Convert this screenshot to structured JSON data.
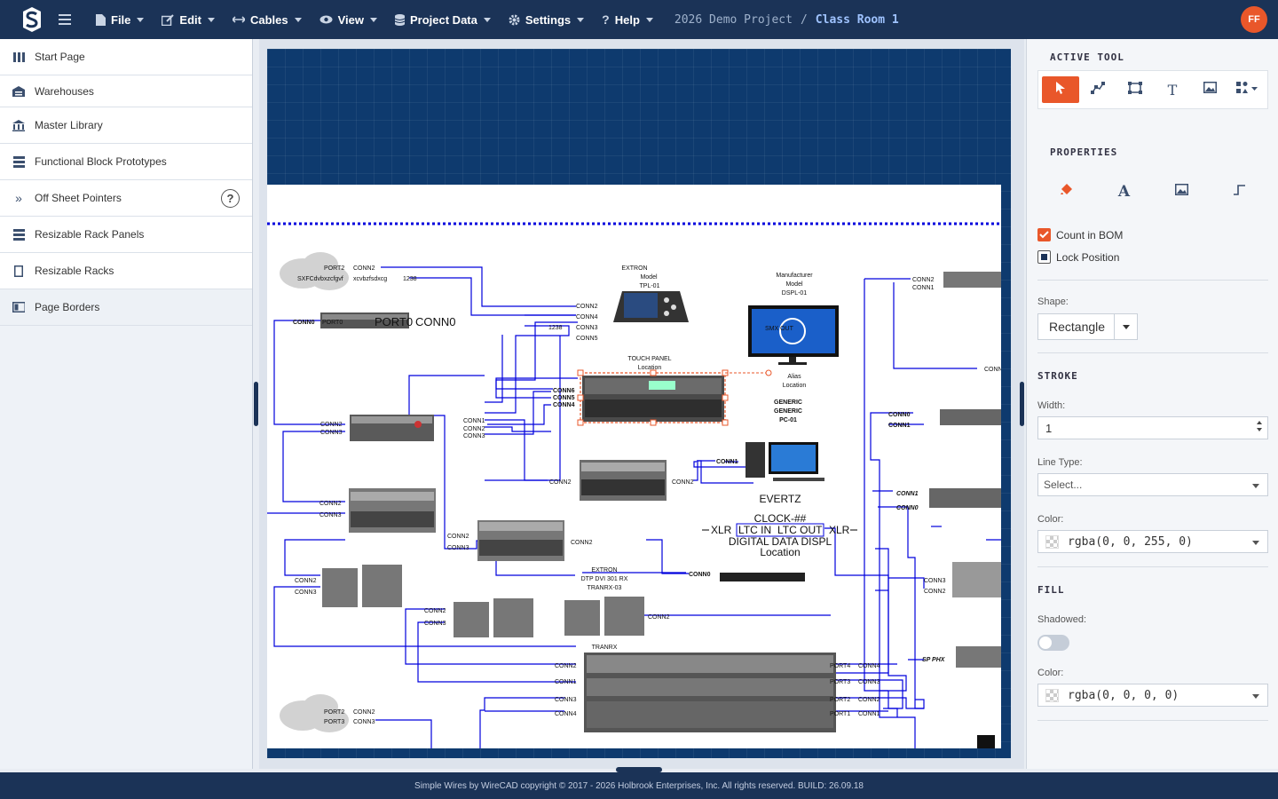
{
  "colors": {
    "brand": "#1b3357",
    "accent": "#e9572a",
    "wire": "#0000dd",
    "canvas": "#0e3a6e"
  },
  "topbar": {
    "menus": [
      {
        "label": "File",
        "icon": "file-icon"
      },
      {
        "label": "Edit",
        "icon": "edit-icon"
      },
      {
        "label": "Cables",
        "icon": "cables-icon"
      },
      {
        "label": "View",
        "icon": "eye-icon"
      },
      {
        "label": "Project Data",
        "icon": "database-icon"
      },
      {
        "label": "Settings",
        "icon": "gear-icon"
      },
      {
        "label": "Help",
        "icon": "help-icon"
      }
    ],
    "breadcrumb": {
      "project": "2026 Demo Project",
      "separator": "/",
      "page": "Class Room 1"
    },
    "avatar_initials": "FF"
  },
  "sidebar": {
    "items": [
      {
        "label": "Start Page",
        "icon": "columns-icon"
      },
      {
        "label": "Warehouses",
        "icon": "warehouse-icon"
      },
      {
        "label": "Master Library",
        "icon": "library-icon"
      },
      {
        "label": "Functional Block Prototypes",
        "icon": "blocks-icon"
      },
      {
        "label": "Off Sheet Pointers",
        "icon": "double-chevron-icon",
        "help": "?"
      },
      {
        "label": "Resizable Rack Panels",
        "icon": "rack-panels-icon"
      },
      {
        "label": "Resizable Racks",
        "icon": "rack-icon"
      },
      {
        "label": "Page Borders",
        "icon": "page-border-icon"
      }
    ]
  },
  "diagram": {
    "labels": {
      "cloud1_a": "SXFCdvbxzcfgvf",
      "cloud1_b": "xcvbzfsdxcg",
      "cloud1_c": "1238",
      "port2": "PORT2",
      "conn2": "CONN2",
      "conn0_big": "CONN0",
      "port0_big": "PORT0",
      "conn0": "CONN0",
      "extron_name": "EXTRON",
      "model": "Model",
      "tpl": "TPL-01",
      "conn4": "CONN4",
      "conn3": "CONN3",
      "conn5": "CONN5",
      "n1238": "1238",
      "touch_panel": "TOUCH PANEL",
      "location": "Location",
      "manufacturer": "Manufacturer",
      "dspl": "DSPL-01",
      "smx_out": "SMX OUT",
      "conn6": "CONN6",
      "alias": "Alias",
      "generic": "GENERIC",
      "pc01": "PC-01",
      "conn1": "CONN1",
      "port3": "PORT3",
      "port1": "PORT1",
      "evertz": "EVERTZ",
      "clock": "CLOCK-##",
      "xlr": "XLR",
      "ltc_in": "LTC IN",
      "ltc_out": "LTC OUT",
      "digital": "DIGITAL DATA DISPL",
      "dtp": "DTP DVI 301 RX",
      "tranrx03": "TRANRX-03",
      "tranrx": "TRANRX",
      "port4": "PORT4",
      "sp_phx": "SP PHX"
    }
  },
  "panel": {
    "active_tool_title": "ACTIVE TOOL",
    "tools": [
      "cursor-icon",
      "node-path-icon",
      "transform-icon",
      "text-tool-icon",
      "image-tool-icon",
      "grid-shapes-icon"
    ],
    "properties_title": "PROPERTIES",
    "property_tabs": [
      "paint-bucket-icon",
      "font-icon",
      "image-icon",
      "line-style-icon"
    ],
    "count_in_bom": "Count in BOM",
    "lock_position": "Lock Position",
    "shape_label": "Shape:",
    "shape_value": "Rectangle",
    "stroke_title": "STROKE",
    "width_label": "Width:",
    "width_value": "1",
    "line_type_label": "Line Type:",
    "line_type_placeholder": "Select...",
    "stroke_color_label": "Color:",
    "stroke_color_value": "rgba(0, 0, 255, 0)",
    "fill_title": "FILL",
    "shadowed_label": "Shadowed:",
    "fill_color_label": "Color:",
    "fill_color_value": "rgba(0, 0, 0, 0)"
  },
  "footer": {
    "text": "Simple Wires by WireCAD copyright © 2017 - 2026 Holbrook Enterprises, Inc. All rights reserved. BUILD: 26.09.18"
  }
}
